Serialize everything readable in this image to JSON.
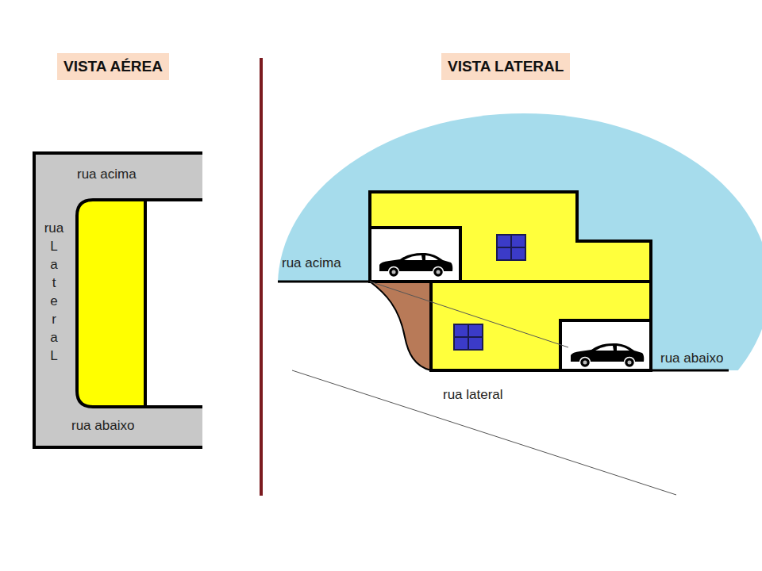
{
  "diagram": {
    "nodes": [
      {
        "text": [
          "VISTA AÉREA"
        ]
      },
      {
        "text": [
          "VISTA LATERAL"
        ]
      }
    ],
    "labels": [
      "rua acima",
      "rua L a t e r a L",
      "rua abaixo",
      "rua acima",
      "rua abaixo",
      "rua lateral"
    ]
  }
}
